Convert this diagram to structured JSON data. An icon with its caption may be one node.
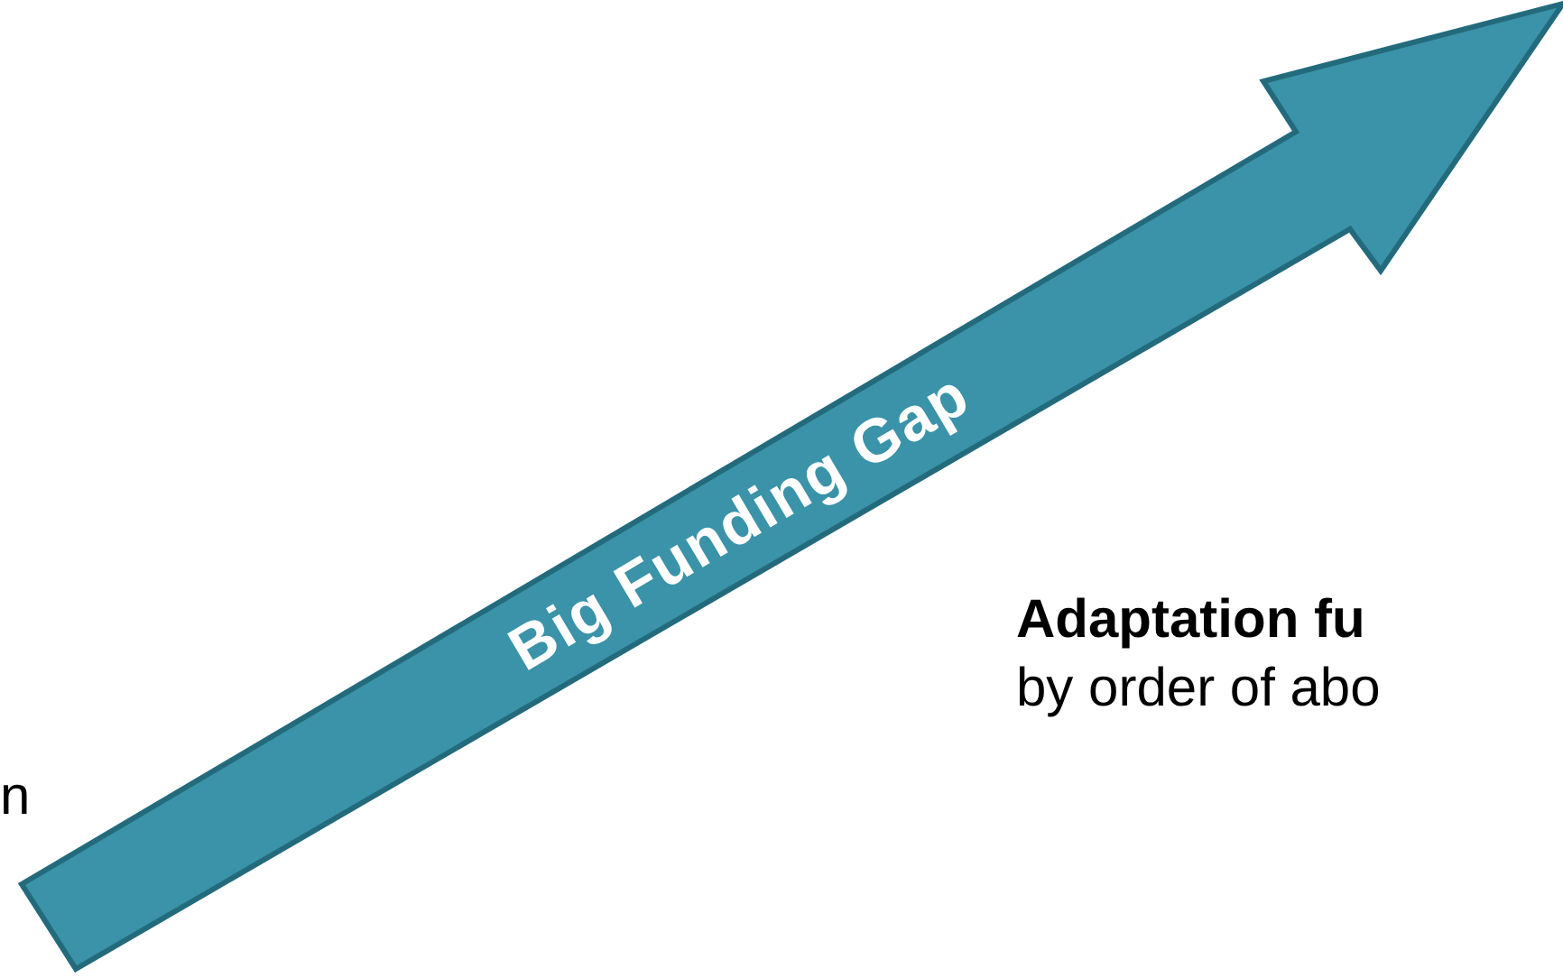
{
  "diagram": {
    "nodes": [
      {
        "text": [
          "Big Funding Gap"
        ]
      }
    ],
    "labels": [
      "**Adaptation fu** by order of abo",
      "n"
    ]
  }
}
